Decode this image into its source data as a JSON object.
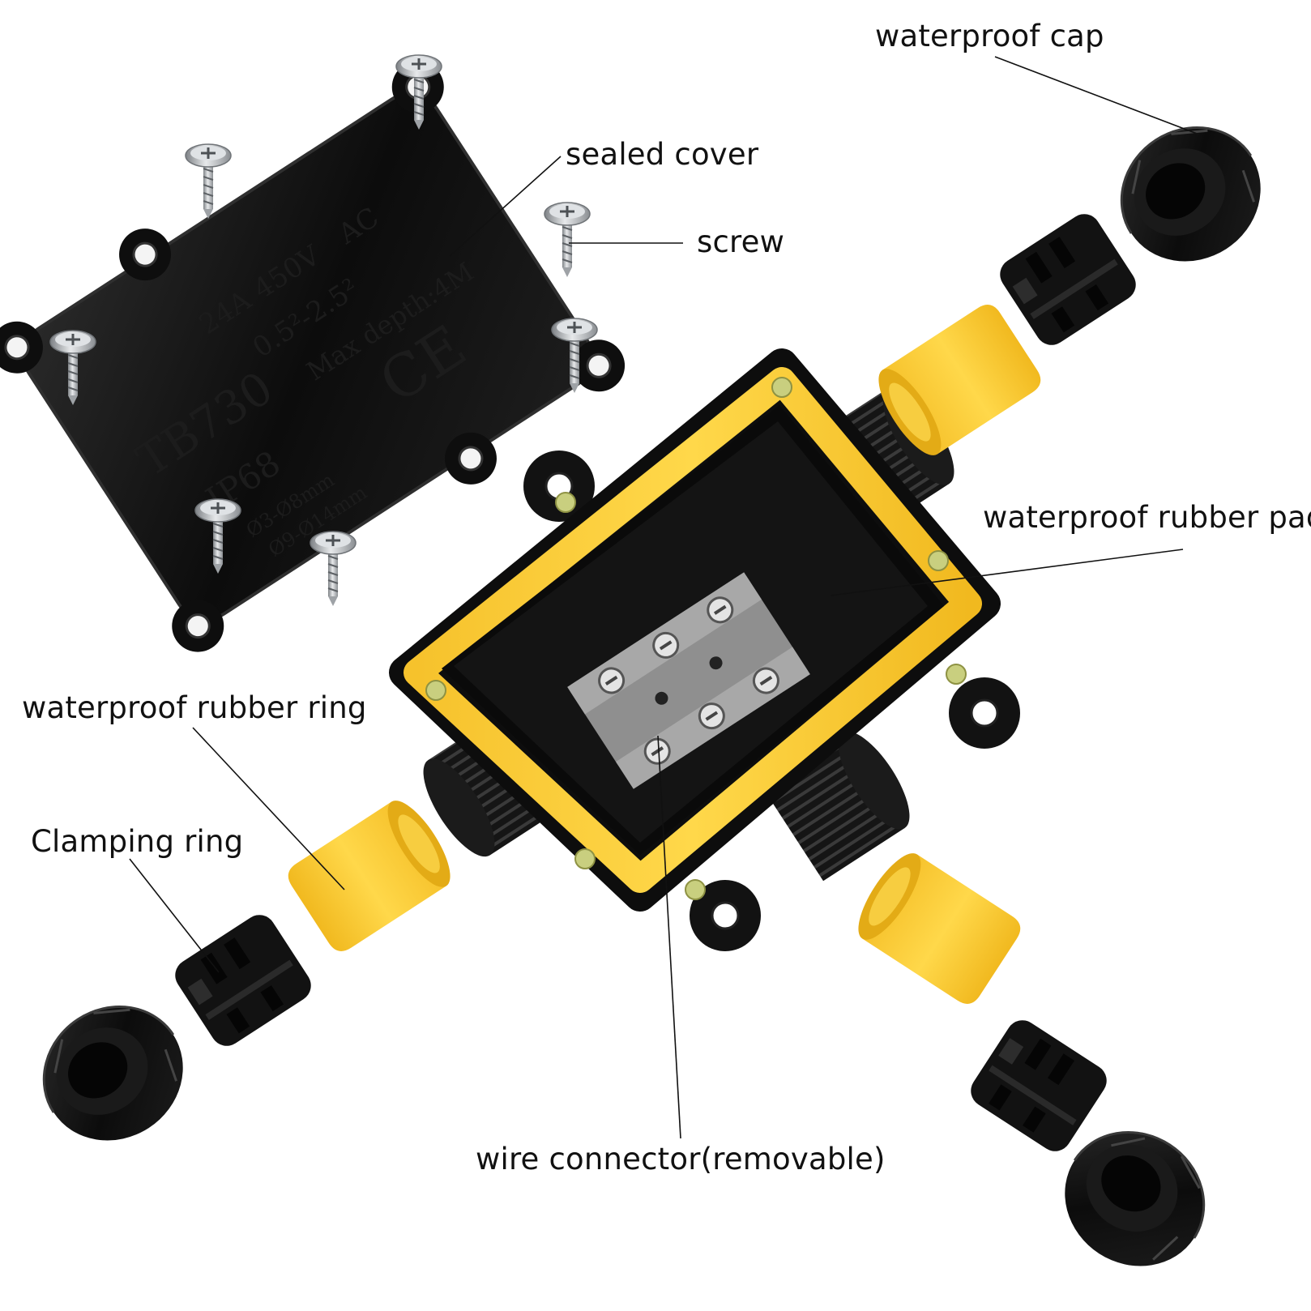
{
  "labels": {
    "waterproof_cap": "waterproof cap",
    "sealed_cover": "sealed cover",
    "screw": "screw",
    "waterproof_rubber_pad": "waterproof rubber pad",
    "waterproof_rubber_ring": "waterproof rubber ring",
    "clamping_ring": "Clamping ring",
    "wire_connector": "wire connector(removable)"
  },
  "cover_print": {
    "model": "TB730",
    "rating_current": "24A",
    "rating_voltage": "450V",
    "rating_type": "AC",
    "wire_range": "0.5²-2.5²",
    "max_depth": "Max depth:4M",
    "ce_mark": "CE",
    "ip_rating": "IP68",
    "cable_range_1": "Ø3-Ø8mm",
    "cable_range_2": "Ø9-Ø14mm"
  },
  "colors": {
    "body": "#111111",
    "seal_yellow": "#f2d93b",
    "rubber_yellow": "#f7c531",
    "terminal_grey": "#9a9a9a",
    "screw_steel": "#b9bcc0",
    "background": "#ffffff"
  }
}
